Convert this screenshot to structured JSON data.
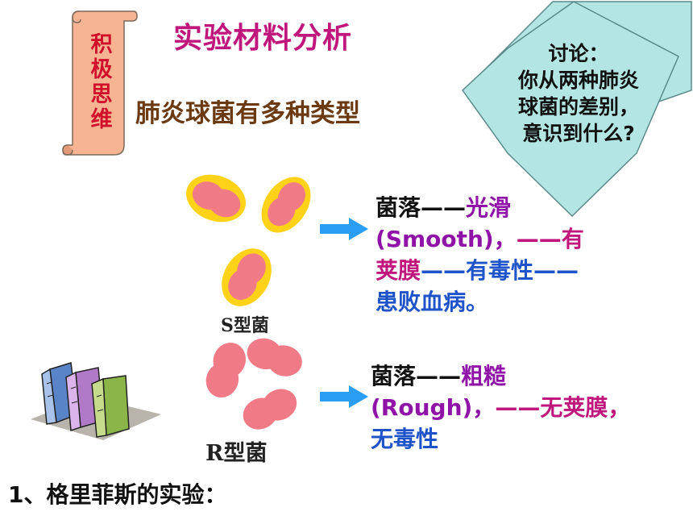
{
  "header": {
    "title": "实验材料分析",
    "subtitle": "肺炎球菌有多种类型"
  },
  "scroll": {
    "chars": [
      "积",
      "极",
      "思",
      "维"
    ]
  },
  "discussion": {
    "lines": [
      "讨论：",
      "你从两种肺炎",
      "球菌的差别，",
      "意识到什么?"
    ]
  },
  "s_strain": {
    "label": "S型菌",
    "line1": [
      "菌落——",
      "光滑"
    ],
    "line2": [
      "(Smooth)，",
      "——有"
    ],
    "line3": [
      "荚膜",
      "——",
      "有毒性——"
    ],
    "line4": "患败血病。"
  },
  "r_strain": {
    "label": "R型菌",
    "line1": [
      "菌落——",
      "粗糙"
    ],
    "line2": [
      "(Rough)，",
      "——无荚膜，"
    ],
    "line3": "无毒性"
  },
  "footer": {
    "text": "1、格里菲斯的实验："
  },
  "colors": {
    "title": "#c0177c",
    "subtitle": "#6b3a12",
    "scroll_text": "#d0102a",
    "scroll_fill": "#f6b493",
    "discussion_fill": "#b3e5e3",
    "arrow": "#2a9df4",
    "capsule": "#ffd21a",
    "bacteria": "#f07a86"
  }
}
